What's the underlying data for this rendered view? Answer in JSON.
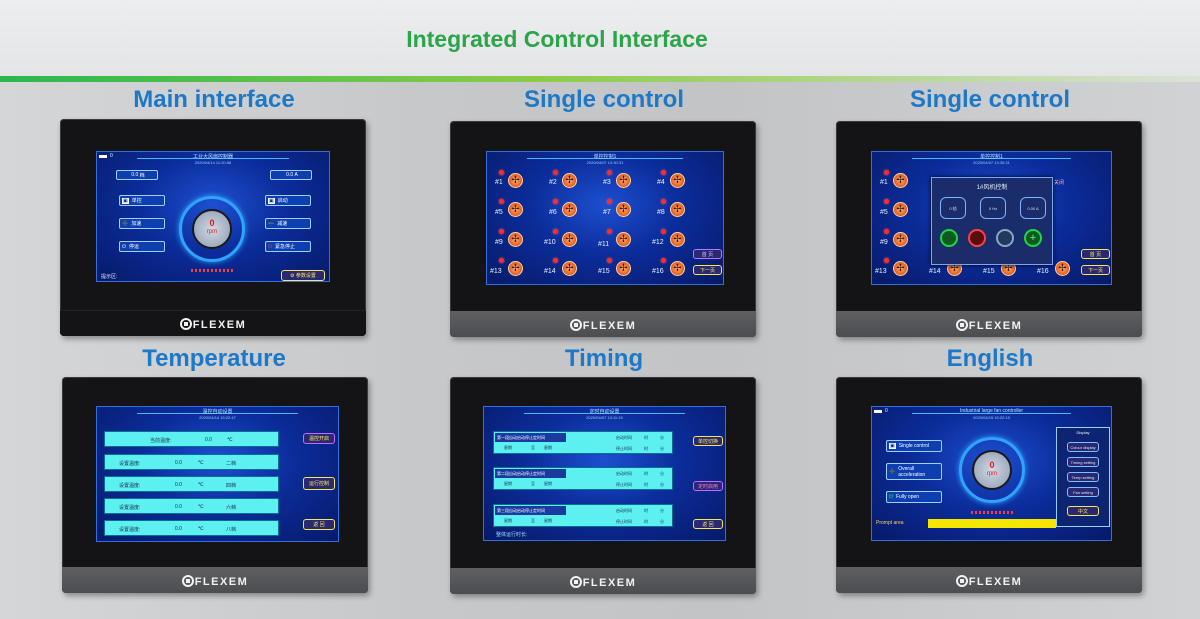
{
  "title": "Integrated Control Interface",
  "brand": "FLEXEM",
  "colors": {
    "title_green": "#2ba44a",
    "panel_blue": "#1e78c8",
    "screen_blue": "#0b2c9a"
  },
  "panels": [
    {
      "title": "Main interface",
      "screen": {
        "title": "工业大风扇控制器",
        "date": "2020/04/14 11:20:58",
        "top_left_value": "0.0",
        "top_left_unit": "档",
        "top_right_value": "0.0",
        "top_right_unit": "A",
        "speed": "0",
        "speed_unit": "rpm",
        "btn1": "单控",
        "btn2": "加速",
        "btn3": "停运",
        "btn4": "启动",
        "btn5": "减速",
        "btn6": "紧急停止",
        "prompt": "提示区:",
        "settings": "参数设置",
        "signal": "0"
      }
    },
    {
      "title": "Single control",
      "screen": {
        "title": "单控控制1",
        "date": "2020/04/07 13:30:31",
        "fans": [
          "#1",
          "#2",
          "#3",
          "#4",
          "#5",
          "#6",
          "#7",
          "#8",
          "#9",
          "#10",
          "#11",
          "#12",
          "#13",
          "#14",
          "#15",
          "#16"
        ],
        "home": "首 页",
        "next": "下一页"
      }
    },
    {
      "title": "Single control",
      "screen": {
        "title": "单控控制1",
        "date": "2020/04/07 13:30:31",
        "dialog_title": "1#风机控制",
        "gear": "0 档",
        "freq": "0 Hz",
        "current": "0.00 A",
        "fans": [
          "#1",
          "#5",
          "#9",
          "#13",
          "#14",
          "#15",
          "#16"
        ],
        "close": "关闭",
        "home": "首 页",
        "next": "下一页"
      }
    },
    {
      "title": "Temperature",
      "screen": {
        "title": "温控自动设置",
        "date": "2020/04/14 15:22:47",
        "current_label": "当前温度:",
        "current_value": "0.0",
        "unit": "℃",
        "rows": [
          {
            "label": "设置温度:",
            "value": "0.0",
            "unit": "℃",
            "gear": "二档"
          },
          {
            "label": "设置温度:",
            "value": "0.0",
            "unit": "℃",
            "gear": "四档"
          },
          {
            "label": "设置温度:",
            "value": "0.0",
            "unit": "℃",
            "gear": "六档"
          },
          {
            "label": "设置温度:",
            "value": "0.0",
            "unit": "℃",
            "gear": "八档"
          }
        ],
        "btn_temp": "温控开启",
        "btn_run": "运行控制",
        "btn_back": "返 回"
      }
    },
    {
      "title": "Timing",
      "screen": {
        "title": "定时自动设置",
        "date": "2020/04/07 13:11:19",
        "blocks": [
          {
            "label": "第一段自动启动停止定时间",
            "start": "启动时间",
            "stop": "停止时间",
            "week": "星期",
            "to": "至"
          },
          {
            "label": "第二段自动启动停止定时间",
            "start": "启动时间",
            "stop": "停止时间",
            "week": "星期",
            "to": "至"
          },
          {
            "label": "第三段自动启动停止定时间",
            "start": "启动时间",
            "stop": "停止时间",
            "week": "星期",
            "to": "至"
          }
        ],
        "hour": "时",
        "minute": "分",
        "btn_switch": "单控切换",
        "btn_timing": "定时启用",
        "btn_back": "返 回",
        "runtime": "整体运行时长:"
      }
    },
    {
      "title": "English",
      "screen": {
        "title": "Industrial large fan controller",
        "date": "2020/04/15 15:22:15",
        "btn1": "Single control",
        "btn2": "Overall acceleration",
        "btn3": "Fully open",
        "speed": "0",
        "speed_unit": "rpm",
        "prompt": "Prompt area",
        "menu_title": "Display",
        "menu_items": [
          "Colour display",
          "Timing setting",
          "Temp setting",
          "Fan setting"
        ],
        "lang": "中文",
        "signal": "0"
      }
    }
  ]
}
